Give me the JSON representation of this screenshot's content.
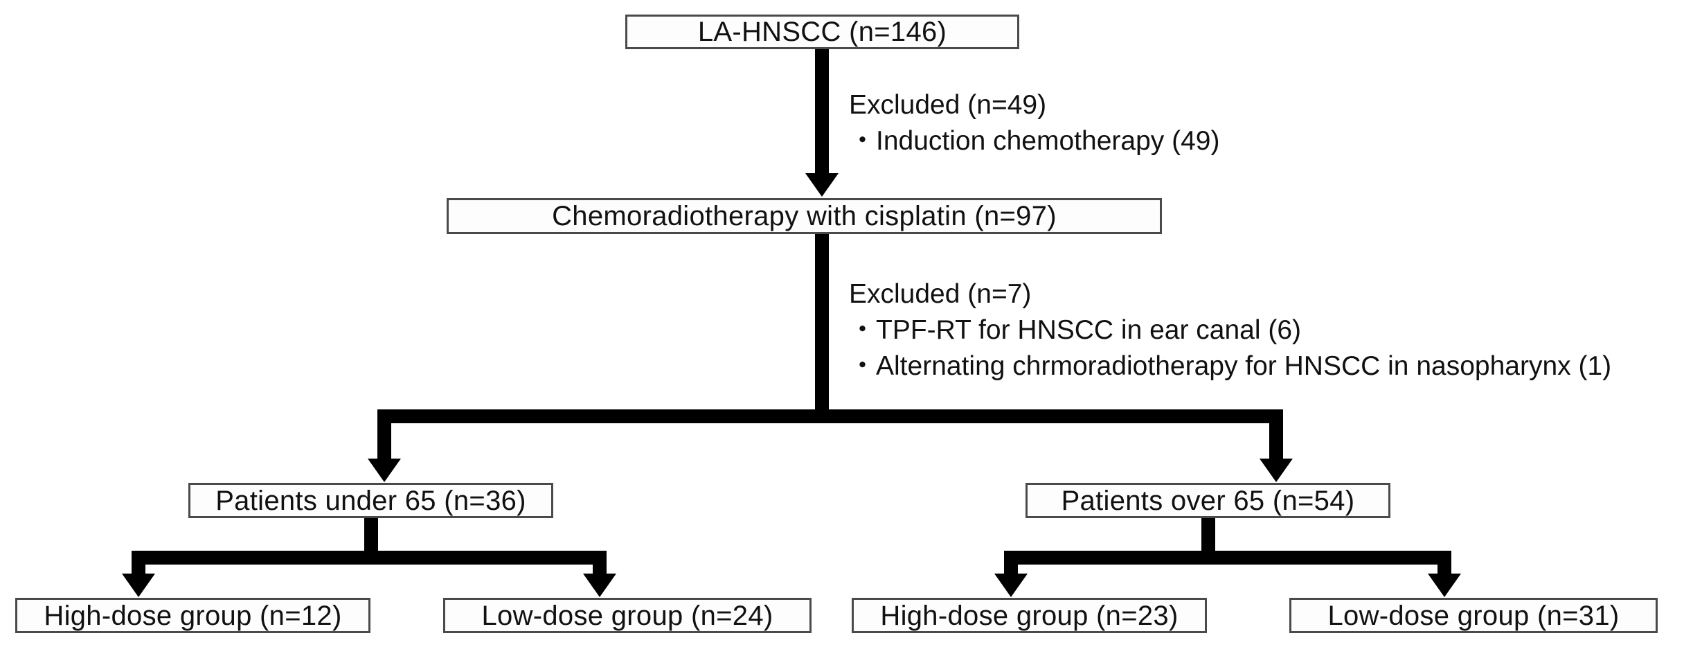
{
  "diagram": {
    "title": "LA-HNSCC chemoradiotherapy patient selection flowchart",
    "type": "flowchart",
    "nodes": {
      "root": "LA-HNSCC (n=146)",
      "crt": "Chemoradiotherapy with cisplatin (n=97)",
      "under65": "Patients under 65 (n=36)",
      "over65": "Patients over 65 (n=54)",
      "under65_high": "High-dose group (n=12)",
      "under65_low": "Low-dose group (n=24)",
      "over65_high": "High-dose group (n=23)",
      "over65_low": "Low-dose group (n=31)"
    },
    "exclusions": {
      "first": {
        "heading": "Excluded (n=49)",
        "items": [
          "・Induction chemotherapy (49)"
        ]
      },
      "second": {
        "heading": "Excluded (n=7)",
        "items": [
          "・TPF-RT for HNSCC in ear canal (6)",
          "・Alternating chrmoradiotherapy for HNSCC in nasopharynx (1)"
        ]
      }
    },
    "counts": {
      "total_screened": 146,
      "excluded_first": 49,
      "after_first": 97,
      "excluded_second": 7,
      "under_65": 36,
      "over_65": 54,
      "under_65_high_dose": 12,
      "under_65_low_dose": 24,
      "over_65_high_dose": 23,
      "over_65_low_dose": 31
    },
    "colors": {
      "background": "#ffffff",
      "box_border": "#4a4a4a",
      "connector": "#000000",
      "text": "#111111"
    }
  }
}
